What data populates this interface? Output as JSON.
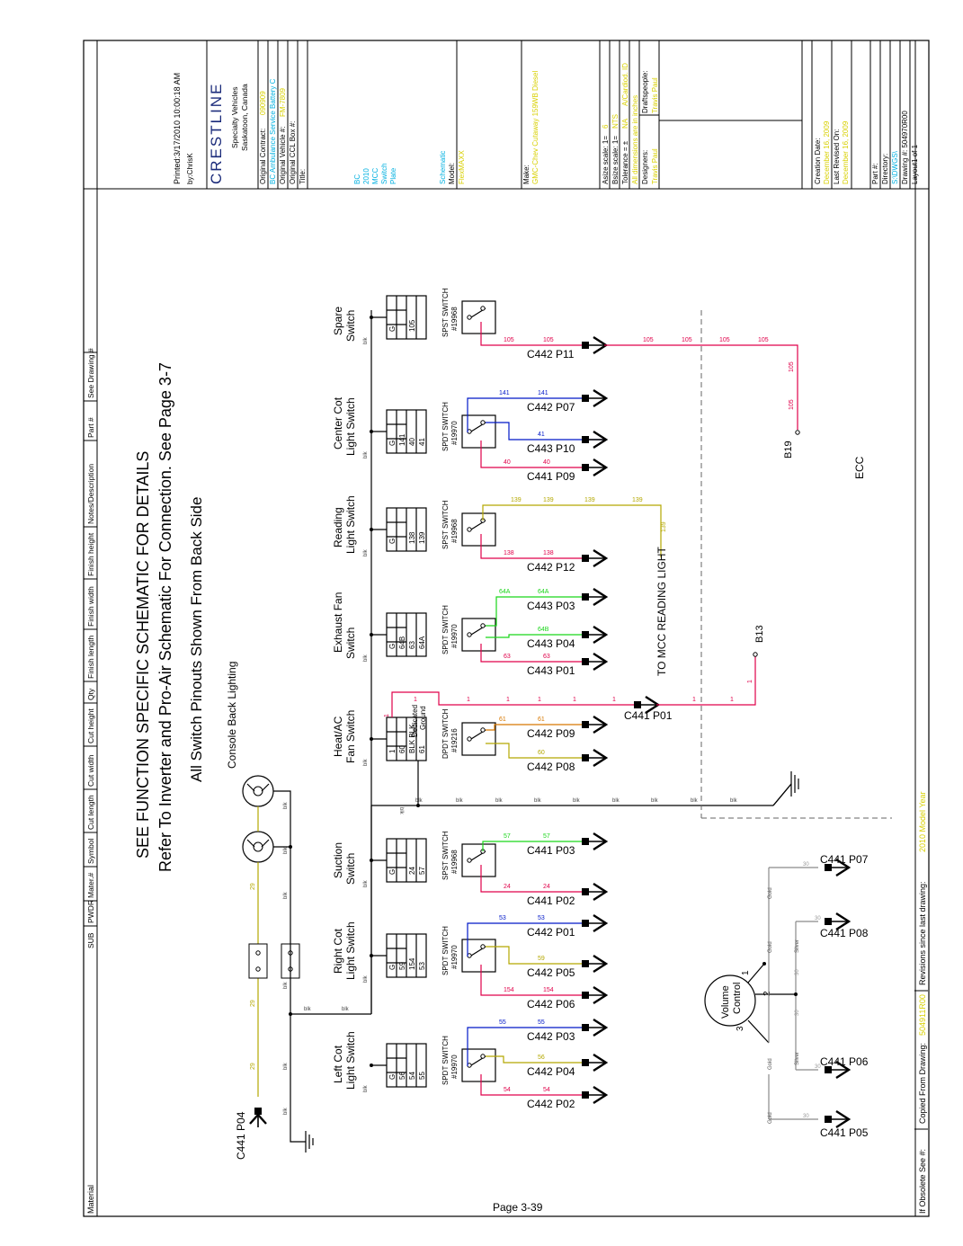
{
  "title_block": {
    "printed": "Printed:3/17/2010 10:00:18 AM",
    "by": "by:ChrisK",
    "logo": "CRESTLINE",
    "company_line1": "Specialty Vehicles",
    "company_line2": "Saskatoon, Canada",
    "original_contract_label": "Original Contract:",
    "original_contract_value": "090909",
    "contract_customer": "BC Ambulance Service Battery C",
    "original_vehicle_label": "Original Vehicle #:",
    "original_vehicle_value": "FM-7809",
    "original_ccl_box_label": "Original CCL Box #:",
    "title_label": "Title:",
    "title_lines": [
      "BC",
      "2010",
      "MCC",
      "Switch",
      "Plate"
    ],
    "schematic_label": "Schematic",
    "model_label": "Model:",
    "model_value": "FlexMAXX",
    "make_label": "Make:",
    "make_value": "GMC-Chev Cutaway 159WB Diesel",
    "asize_label": "Asize scale: 1=",
    "asize_value": "6",
    "bsize_label": "Bsize scale: 1=",
    "bsize_value": "NTS",
    "tolerance_label": "Tolerance = ±",
    "tolerance_value": "NA",
    "tolerance_extra": "A/Cardiod. ID",
    "tolerance_extra2": "All dimensions are in inches",
    "designers_label": "Designers:",
    "designers_value": "Travis Paul",
    "draftspeople_label": "Draftspeople:",
    "draftspeople_value": "Travis Paul",
    "creation_label": "Creation Date:",
    "creation_value": "December 16, 2009",
    "revised_label": "Last Revised On:",
    "revised_value": "December 16, 2009",
    "part_label": "Part #:",
    "directory_label": "Directory:",
    "directory_value": "S:\\DWGS\\",
    "drawing_label": "Drawing #: 504970R00",
    "layout_label": "Layout1 of 1"
  },
  "header_columns": [
    "SUB",
    "PWDR",
    "Mater.#",
    "Symbol",
    "Cut length",
    "Cut width",
    "Cut height",
    "Qty",
    "Finish length",
    "Finish width",
    "Finish height",
    "Notes/Description",
    "Part #",
    "See Drawing #"
  ],
  "material_label": "Material",
  "footer": {
    "obsolete": "If Obsolete See #:",
    "copied_label": "Copied From Drawing:",
    "copied_value": "504911R00",
    "revisions": "Revisions since last drawing:",
    "revisions_value": "2010 Model Year"
  },
  "headings": [
    "SEE FUNCTION SPECIFIC SCHEMATIC FOR DETAILS",
    "Refer To Inverter and Pro-Air Schematic For Connection. See Page 3-7",
    "All Switch Pinouts Shown From Back Side"
  ],
  "page_number": "Page 3-39",
  "console_label": "Console Back Lighting",
  "dedicated_ground": [
    "Dedicated",
    "Ground"
  ],
  "mcc_light": "TO MCC READING LIGHT",
  "ecc": "ECC",
  "b19": "B19",
  "b13": "B13",
  "volume_control": [
    "Volume",
    "Control"
  ],
  "c441_p04_left": "C441 P04",
  "c441_p01_mid": "C441 P01",
  "switches": [
    {
      "name1": "Left Cot",
      "name2": "Light Switch",
      "type": "SPDT SWITCH",
      "part": "#19970",
      "pins": [
        "G",
        "56",
        "54",
        "55"
      ]
    },
    {
      "name1": "Right Cot",
      "name2": "Light Switch",
      "type": "SPDT SWITCH",
      "part": "#19970",
      "pins": [
        "G",
        "59",
        "154",
        "53"
      ]
    },
    {
      "name1": "Suction",
      "name2": "Switch",
      "type": "SPST SWITCH",
      "part": "#19968",
      "pins": [
        "G",
        "",
        "24",
        "57"
      ]
    },
    {
      "name1": "Heat/AC",
      "name2": "Fan Switch",
      "type": "DPDT SWITCH",
      "part": "#19216",
      "pins": [
        "1",
        "60",
        "BLK BLK",
        "61"
      ]
    },
    {
      "name1": "Exhaust Fan",
      "name2": "Switch",
      "type": "SPDT SWITCH",
      "part": "#19970",
      "pins": [
        "G",
        "64B",
        "63",
        "64A"
      ]
    },
    {
      "name1": "Reading",
      "name2": "Light Switch",
      "type": "SPST SWITCH",
      "part": "#19968",
      "pins": [
        "G",
        "",
        "138",
        "139"
      ]
    },
    {
      "name1": "Center Cot",
      "name2": "Light Switch",
      "type": "SPDT SWITCH",
      "part": "#19970",
      "pins": [
        "G",
        "141",
        "40",
        "41"
      ]
    },
    {
      "name1": "Spare",
      "name2": "Switch",
      "type": "SPST SWITCH",
      "part": "#19968",
      "pins": [
        "G",
        "",
        "105",
        ""
      ]
    }
  ],
  "connector_labels": {
    "s0": [
      "C442 P03",
      "C442 P04",
      "C442 P02"
    ],
    "s1": [
      "C442 P01",
      "C442 P05",
      "C442 P06"
    ],
    "s2": [
      "C441 P03",
      "C441 P02"
    ],
    "s3": [
      "C442 P09",
      "C442 P08"
    ],
    "s4": [
      "C443 P03",
      "C443 P04",
      "C443 P01"
    ],
    "s5": [
      "C442 P12"
    ],
    "s6": [
      "C442 P07",
      "C443 P10",
      "C441 P09"
    ],
    "s7": [
      "C442 P11"
    ],
    "vol": [
      "C441 P07",
      "C441 P08",
      "C441 P06",
      "C441 P05"
    ]
  },
  "wires": {
    "s0": [
      "55",
      "56",
      "54"
    ],
    "s1": [
      "53",
      "59",
      "154"
    ],
    "s2": [
      "57",
      "24"
    ],
    "s3": [
      "61",
      "60"
    ],
    "s4": [
      "64A",
      "64B",
      "63"
    ],
    "s5": [
      "139",
      "138"
    ],
    "s6": [
      "141",
      "41",
      "40"
    ],
    "s7": [
      "105"
    ],
    "w29": "29",
    "w1": "1",
    "blk": "blk",
    "w30": "30",
    "gold": "Gold",
    "silver": "Silver"
  },
  "vc_pins": [
    "1",
    "2",
    "3"
  ],
  "colors": {
    "red": "#e0004a",
    "blue": "#0018c8",
    "olive": "#b4a800",
    "orange": "#d87800",
    "green": "#19d619",
    "grey": "#8a8a8a",
    "cyan": "#00b0e0",
    "yellow": "#d8d000",
    "black": "#000000"
  }
}
